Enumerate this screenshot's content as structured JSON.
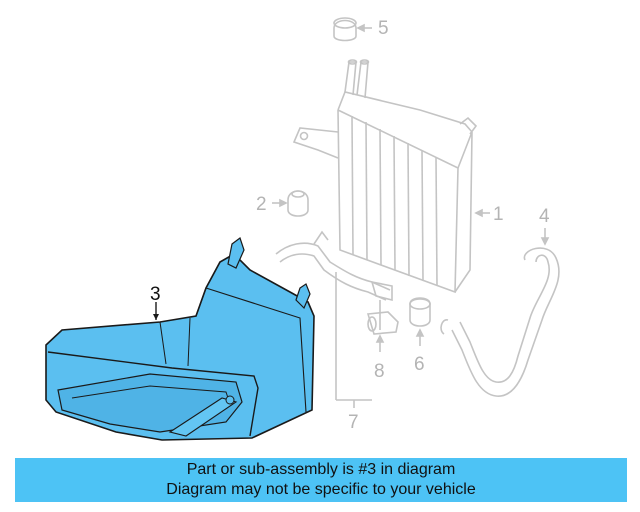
{
  "diagram": {
    "callouts": [
      {
        "number": "1"
      },
      {
        "number": "2"
      },
      {
        "number": "3"
      },
      {
        "number": "4"
      },
      {
        "number": "5"
      },
      {
        "number": "6"
      },
      {
        "number": "7"
      },
      {
        "number": "8"
      }
    ],
    "highlight_color": "#5bbff0",
    "line_color": "#c4c4c4"
  },
  "banner": {
    "line1": "Part or sub-assembly is #3 in diagram",
    "line2": "Diagram may not be specific to your vehicle",
    "color": "#4dc3f5"
  }
}
